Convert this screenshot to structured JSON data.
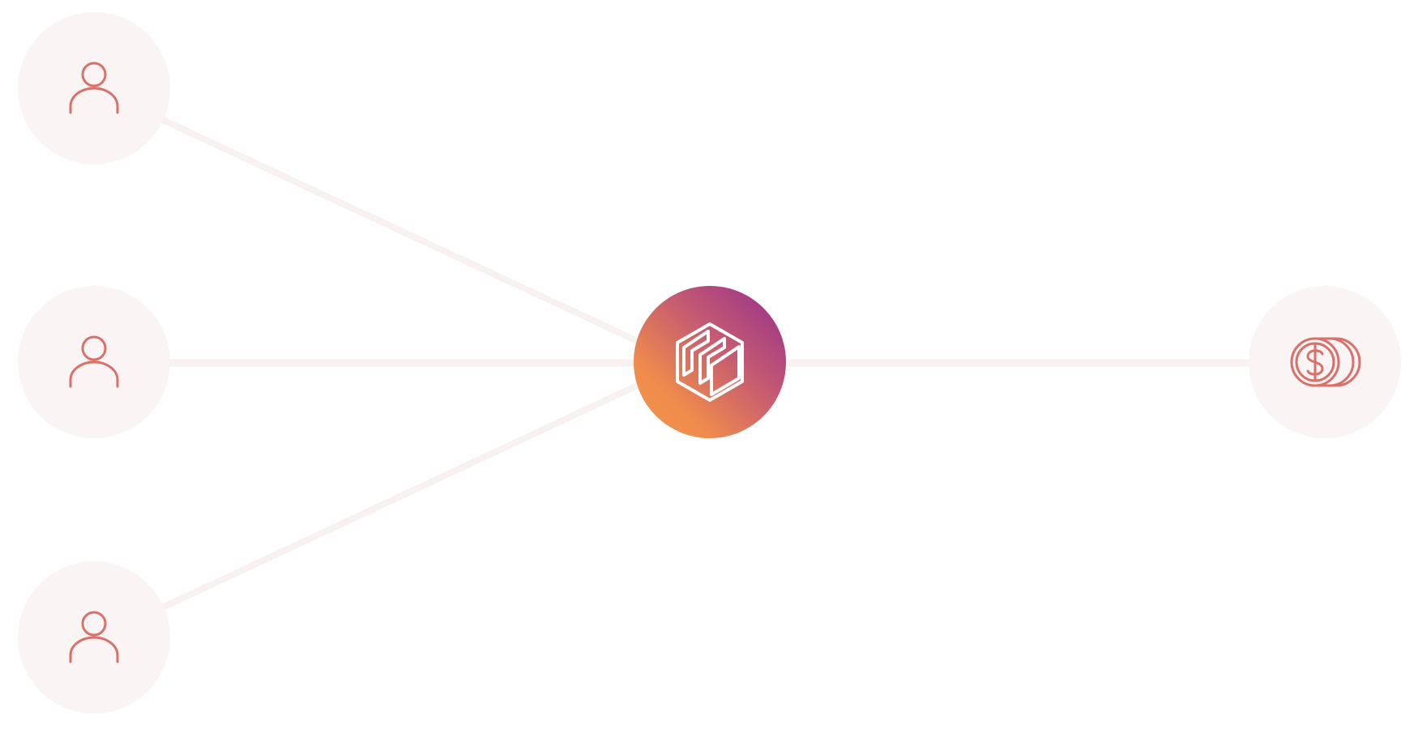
{
  "diagram": {
    "nodes": [
      {
        "role": "user",
        "icon": "user-icon"
      },
      {
        "role": "user",
        "icon": "user-icon"
      },
      {
        "role": "user",
        "icon": "user-icon"
      },
      {
        "role": "hub",
        "icon": "cube-logo-icon"
      },
      {
        "role": "payment",
        "icon": "dollar-coins-icon"
      }
    ],
    "edges": [
      {
        "from": 0,
        "to": 3
      },
      {
        "from": 1,
        "to": 3
      },
      {
        "from": 2,
        "to": 3
      },
      {
        "from": 3,
        "to": 4
      }
    ]
  },
  "colors": {
    "node_background": "#faf5f4",
    "icon_stroke": "#d9706a",
    "connector": "#f8f1ef",
    "hub_gradient_start": "#f5924a",
    "hub_gradient_mid": "#c45a72",
    "hub_gradient_end": "#932d8f",
    "hub_icon": "#ffffff"
  }
}
